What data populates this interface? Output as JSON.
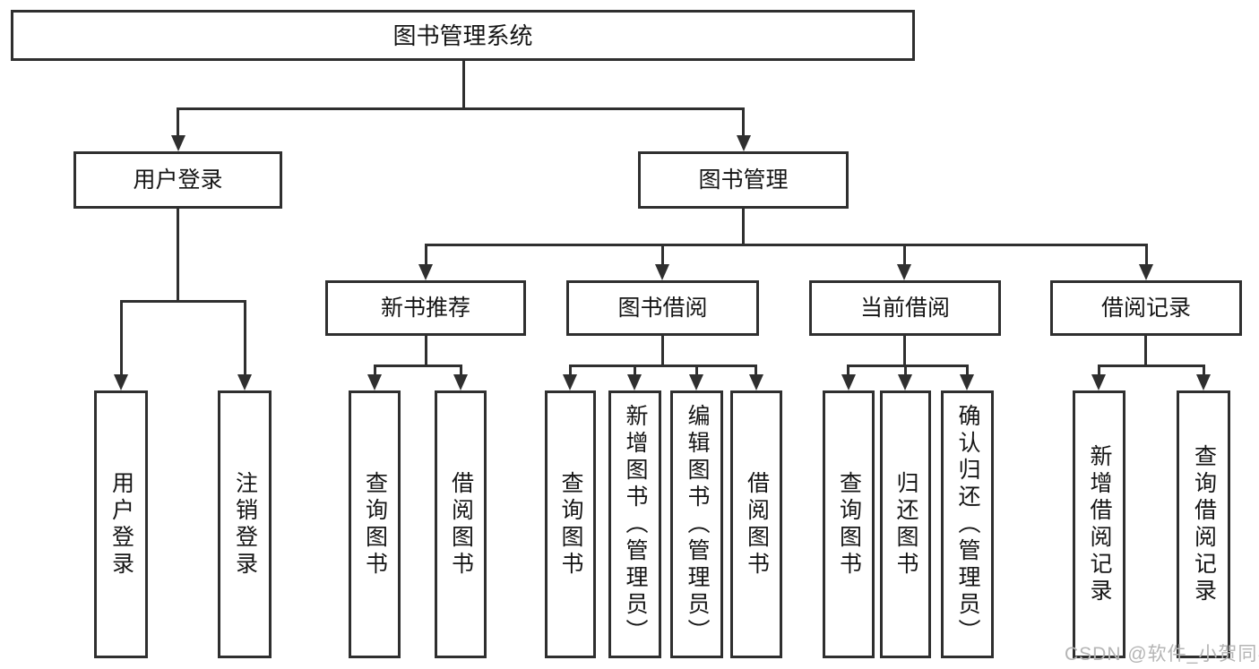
{
  "diagram": {
    "type": "tree",
    "title": "图书管理系统",
    "colors": {
      "line": "#2f2f2f",
      "box_border": "#2f2f2f",
      "text": "#151515",
      "background": "#ffffff",
      "watermark": "#b5b5b5"
    },
    "tree": {
      "label": "图书管理系统",
      "children": [
        {
          "label": "用户登录",
          "children": [
            {
              "label": "用户登录"
            },
            {
              "label": "注销登录"
            }
          ]
        },
        {
          "label": "图书管理",
          "children": [
            {
              "label": "新书推荐",
              "children": [
                {
                  "label": "查询图书"
                },
                {
                  "label": "借阅图书"
                }
              ]
            },
            {
              "label": "图书借阅",
              "children": [
                {
                  "label": "查询图书"
                },
                {
                  "label": "新增图书（管理员）"
                },
                {
                  "label": "编辑图书（管理员）"
                },
                {
                  "label": "借阅图书"
                }
              ]
            },
            {
              "label": "当前借阅",
              "children": [
                {
                  "label": "查询图书"
                },
                {
                  "label": "归还图书"
                },
                {
                  "label": "确认归还（管理员）"
                }
              ]
            },
            {
              "label": "借阅记录",
              "children": [
                {
                  "label": "新增借阅记录"
                },
                {
                  "label": "查询借阅记录"
                }
              ]
            }
          ]
        }
      ]
    },
    "watermark": "CSDN @软件_小贺同学"
  }
}
